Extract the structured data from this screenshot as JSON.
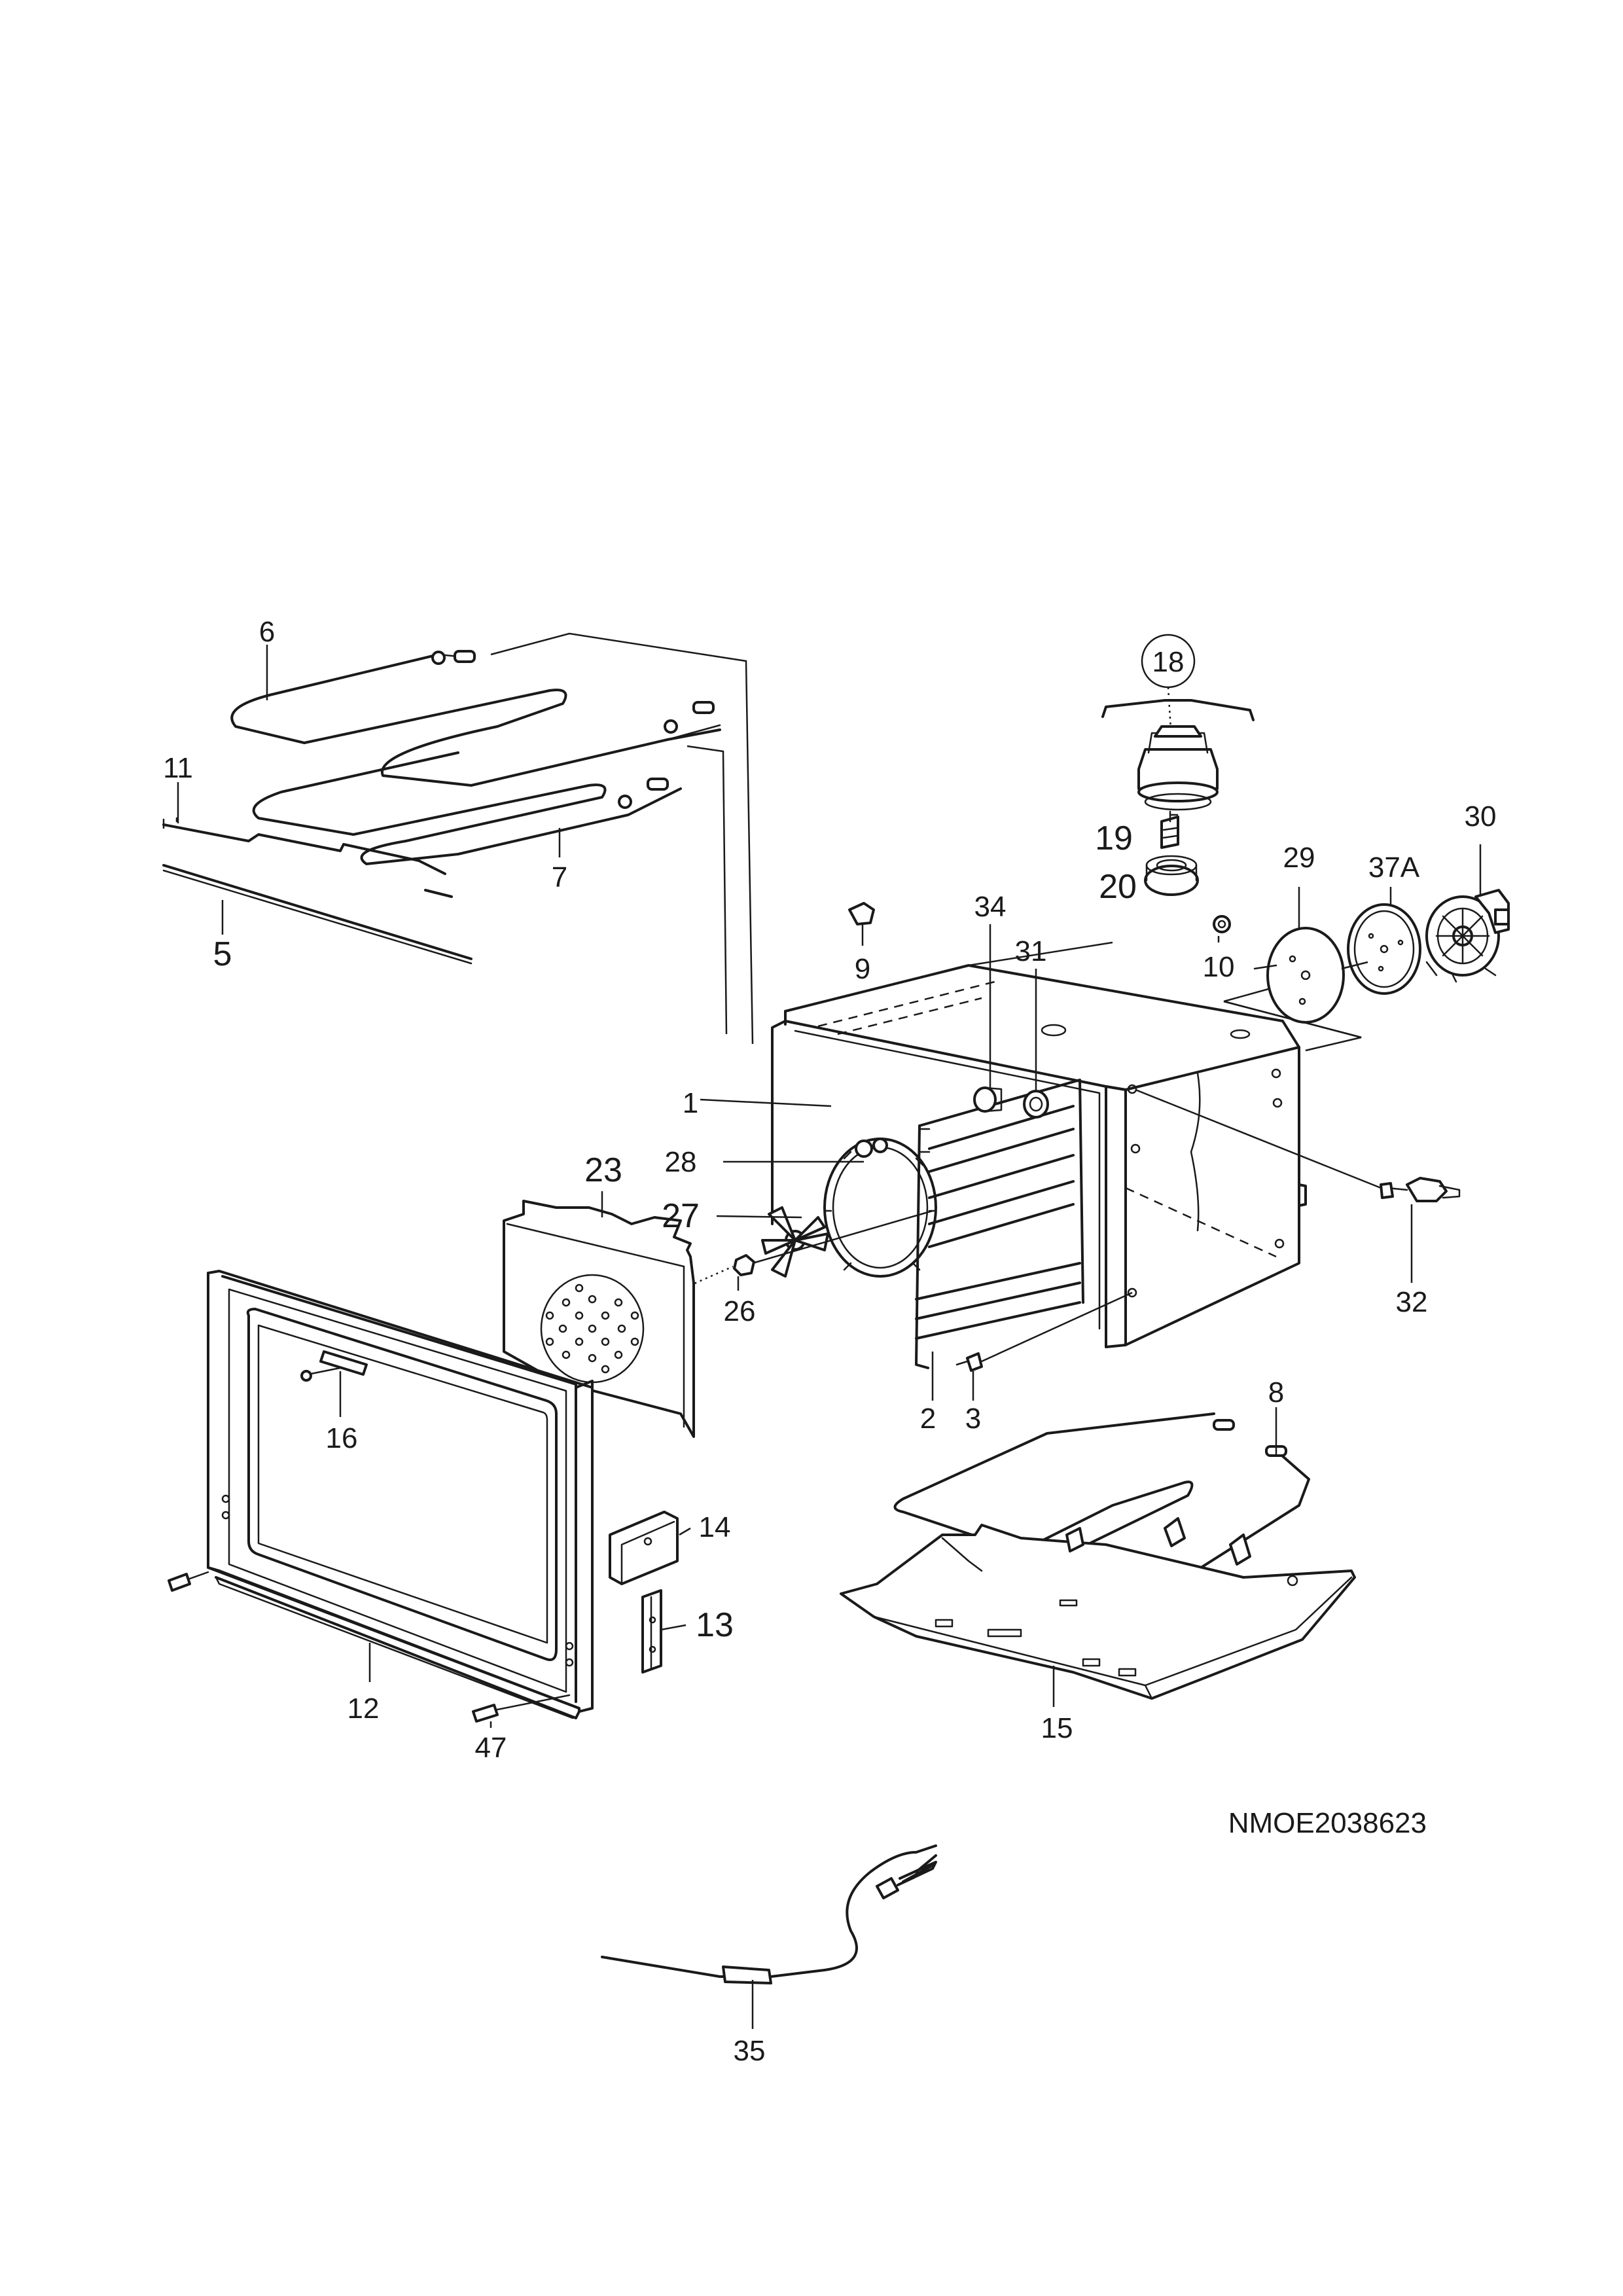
{
  "diagram": {
    "drawing_code": "NMOE2038623",
    "callouts": {
      "p1": "1",
      "p2": "2",
      "p3": "3",
      "p5": "5",
      "p6": "6",
      "p7": "7",
      "p8": "8",
      "p9": "9",
      "p10": "10",
      "p11": "11",
      "p12": "12",
      "p13": "13",
      "p14": "14",
      "p15": "15",
      "p16": "16",
      "p18": "18",
      "p19": "19",
      "p20": "20",
      "p23": "23",
      "p26": "26",
      "p27": "27",
      "p28": "28",
      "p29": "29",
      "p30": "30",
      "p31": "31",
      "p32": "32",
      "p34": "34",
      "p35": "35",
      "p37a": "37A",
      "p47": "47"
    }
  }
}
